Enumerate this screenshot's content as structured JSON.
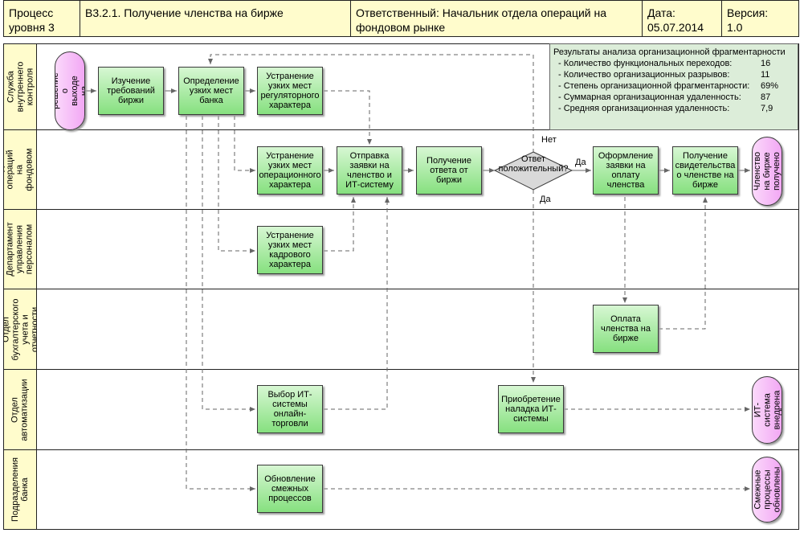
{
  "header": {
    "level": "Процесс уровня 3",
    "title": "В3.2.1.  Получение членства на бирже",
    "responsible": "Ответственный: Начальник отдела операций на фондовом рынке",
    "date_label": "Дата:",
    "date": "05.07.2014",
    "version_label": "Версия:",
    "version": "1.0"
  },
  "lanes": [
    "Служба внутреннего контроля",
    "Отдел операций на фондовом рынке",
    "Департамент управления персоналом",
    "Отдел бухгалтерского учета и отчетности",
    "Отдел автоматизации",
    "Подразделения банка"
  ],
  "events": {
    "start": "Принято решение о выходе на биржу",
    "end_membership": "Членство на бирже получено",
    "end_it": "ИТ-система внедрена",
    "end_related": "Смежные процессы обновлены"
  },
  "tasks": {
    "study": "Изучение требований биржи",
    "bottlenecks": "Определение узких мест банка",
    "reg": "Устранение узких мест регуляторного характера",
    "oper": "Устранение узких мест операционного характера",
    "submit": "Отправка заявки на членство и ИТ-систему",
    "response": "Получение ответа от биржи",
    "pay_doc": "Оформление заявки на оплату членства",
    "cert": "Получение свидетельства о членстве на бирже",
    "hr": "Устранение узких мест кадрового характера",
    "pay": "Оплата членства на бирже",
    "it_select": "Выбор ИТ-системы онлайн-торговли",
    "it_buy": "Приобретение наладка ИТ-системы",
    "related": "Обновление смежных процессов"
  },
  "decision": {
    "question": "Ответ положительный?",
    "no": "Нет",
    "yes_right": "Да",
    "yes_down": "Да"
  },
  "metrics": {
    "title": "Результаты анализа организационной фрагментарности",
    "rows": [
      {
        "name": "- Количество функциональных переходов:",
        "value": "16"
      },
      {
        "name": "- Количество организационных разрывов:",
        "value": "11"
      },
      {
        "name": "- Степень организационной фрагментарности:",
        "value": "69%"
      },
      {
        "name": "- Суммарная организационная удаленность:",
        "value": "87"
      },
      {
        "name": "- Средняя организационная удаленность:",
        "value": "7,9"
      }
    ]
  }
}
